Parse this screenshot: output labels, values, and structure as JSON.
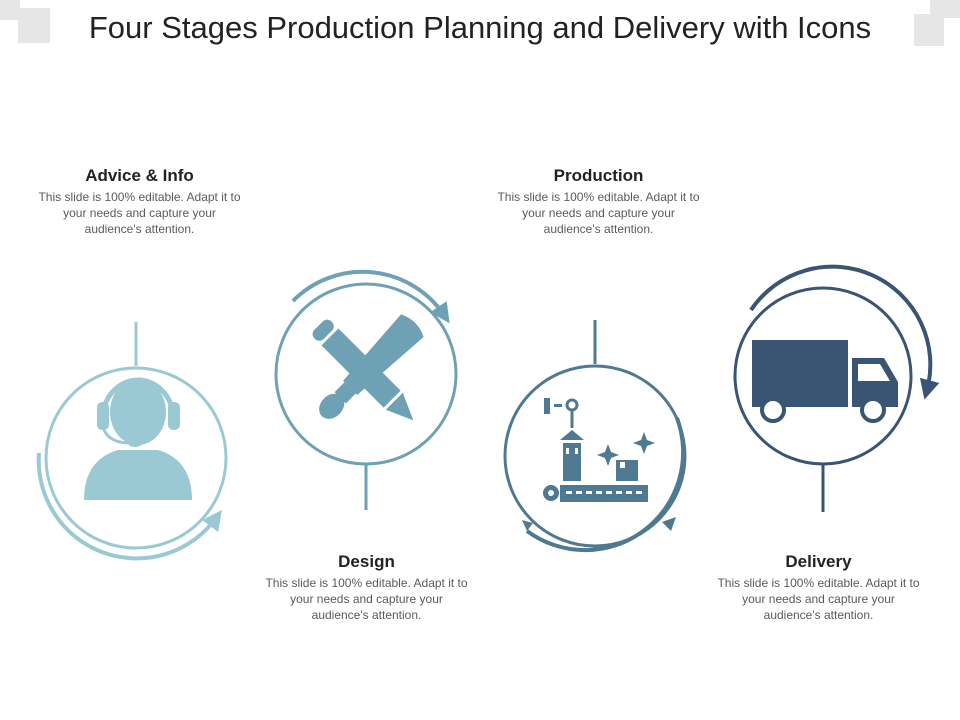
{
  "slide": {
    "title": "Four Stages Production Planning and Delivery with Icons"
  },
  "stages": [
    {
      "heading": "Advice & Info",
      "description": "This slide is 100% editable. Adapt it to your needs and capture your audience's attention.",
      "icon": "customer-support-headset-icon",
      "color": "#9bc9d3"
    },
    {
      "heading": "Design",
      "description": "This slide is 100% editable. Adapt it to your needs and capture your audience's attention.",
      "icon": "pencil-brush-icon",
      "color": "#6ea1b3"
    },
    {
      "heading": "Production",
      "description": "This slide is 100% editable. Adapt it to your needs and capture your audience's attention.",
      "icon": "factory-conveyor-icon",
      "color": "#4f7891"
    },
    {
      "heading": "Delivery",
      "description": "This slide is 100% editable. Adapt it to your needs and capture your audience's attention.",
      "icon": "delivery-truck-icon",
      "color": "#3a5573"
    }
  ]
}
